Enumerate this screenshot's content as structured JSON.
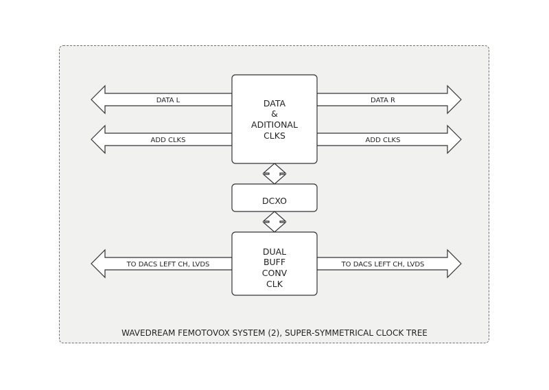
{
  "blocks": {
    "data_clks": [
      "DATA",
      "&",
      "ADITIONAL",
      "CLKS"
    ],
    "dcxo": [
      "DCXO"
    ],
    "dual_buff": [
      "DUAL",
      "BUFF",
      "CONV",
      "CLK"
    ]
  },
  "arrows": {
    "data_l": "DATA L",
    "data_r": "DATA R",
    "add_clks_left": "ADD CLKS",
    "add_clks_right": "ADD CLKS",
    "dacs_left": "TO DACS LEFT CH, LVDS",
    "dacs_right": "TO DACS LEFT CH, LVDS"
  },
  "caption": "WAVEDREAM FEMOTOVOX SYSTEM (2), SUPER-SYMMETRICAL CLOCK TREE"
}
